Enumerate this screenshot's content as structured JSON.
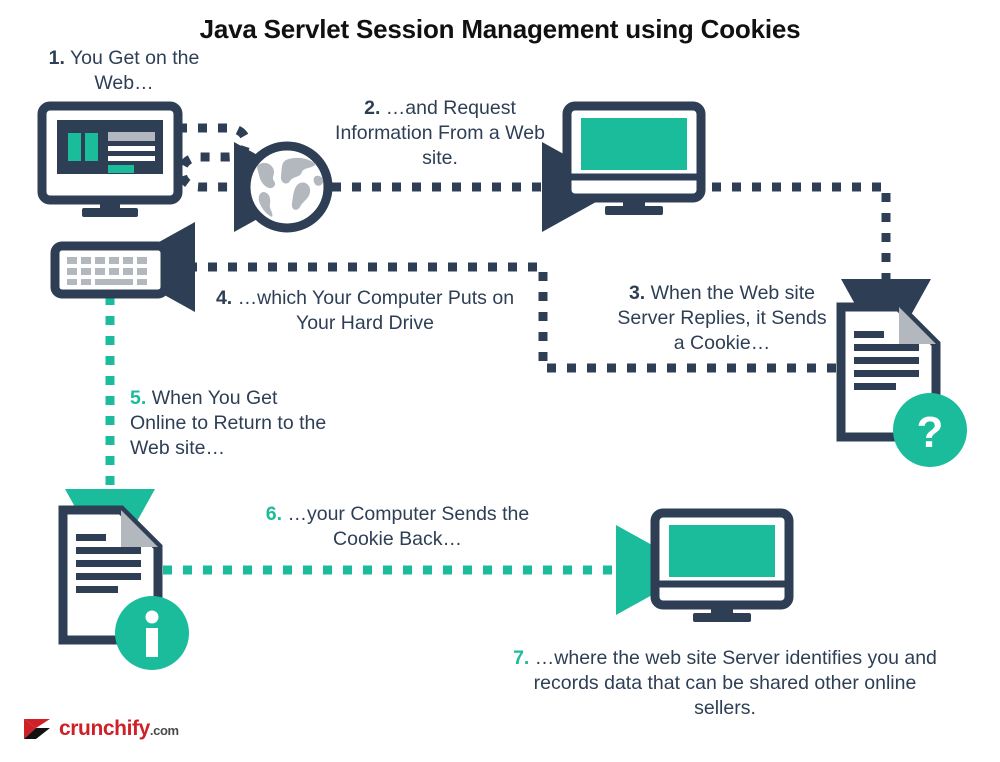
{
  "title": "Java Servlet Session Management using Cookies",
  "colors": {
    "navy": "#2e3f55",
    "teal": "#1abc9c",
    "gray": "#b2b8bd",
    "white": "#ffffff",
    "logo_red": "#cf2027",
    "logo_dark": "#4a4a4a",
    "text": "#2e3f55",
    "background": "#ffffff"
  },
  "steps": [
    {
      "num": "1.",
      "num_color": "navy",
      "text": "You Get on the Web…"
    },
    {
      "num": "2.",
      "num_color": "navy",
      "text": "…and Request Information From a Web site."
    },
    {
      "num": "3.",
      "num_color": "navy",
      "text": "When the Web site Server Replies, it Sends a Cookie…"
    },
    {
      "num": "4.",
      "num_color": "navy",
      "text": "…which Your Computer Puts on Your Hard Drive"
    },
    {
      "num": "5.",
      "num_color": "teal",
      "text": "When You Get Online to Return to the Web site…"
    },
    {
      "num": "6.",
      "num_color": "teal",
      "text": "…your Computer Sends the Cookie Back…"
    },
    {
      "num": "7.",
      "num_color": "teal",
      "text": "…where the web site Server identifies you and records data that can be shared other online sellers."
    }
  ],
  "nodes": [
    {
      "name": "user-desktop-monitor",
      "kind": "monitor-with-page",
      "label": "User computer showing a web page"
    },
    {
      "name": "globe",
      "kind": "globe",
      "label": "Internet / World Wide Web"
    },
    {
      "name": "web-server-monitor",
      "kind": "monitor-solid",
      "label": "Web site server"
    },
    {
      "name": "keyboard",
      "kind": "keyboard",
      "label": "User keyboard / hard drive"
    },
    {
      "name": "cookie-document-question",
      "kind": "document",
      "badge": "?",
      "label": "Cookie document with question badge"
    },
    {
      "name": "cookie-document-info",
      "kind": "document",
      "badge": "i",
      "label": "Stored cookie document with info badge"
    },
    {
      "name": "return-server-monitor",
      "kind": "monitor-solid",
      "label": "Web site server receiving cookie"
    }
  ],
  "flows": [
    {
      "name": "flow-1-user-to-globe",
      "style": "dashed-navy",
      "from": "user-desktop-monitor",
      "to": "globe"
    },
    {
      "name": "flow-2-globe-to-server",
      "style": "dashed-navy",
      "from": "globe",
      "to": "web-server-monitor"
    },
    {
      "name": "flow-3-server-to-cookie",
      "style": "dashed-navy",
      "from": "web-server-monitor",
      "to": "cookie-document-question"
    },
    {
      "name": "flow-4-cookie-to-keyboard",
      "style": "dashed-navy",
      "from": "cookie-document-question",
      "to": "keyboard"
    },
    {
      "name": "flow-5-keyboard-to-stored-cookie",
      "style": "dashed-teal",
      "from": "keyboard",
      "to": "cookie-document-info"
    },
    {
      "name": "flow-6-stored-cookie-to-server",
      "style": "dashed-teal",
      "from": "cookie-document-info",
      "to": "return-server-monitor"
    }
  ],
  "logo": {
    "name": "crunchify",
    "text": "crunchify",
    "suffix": ".com"
  }
}
